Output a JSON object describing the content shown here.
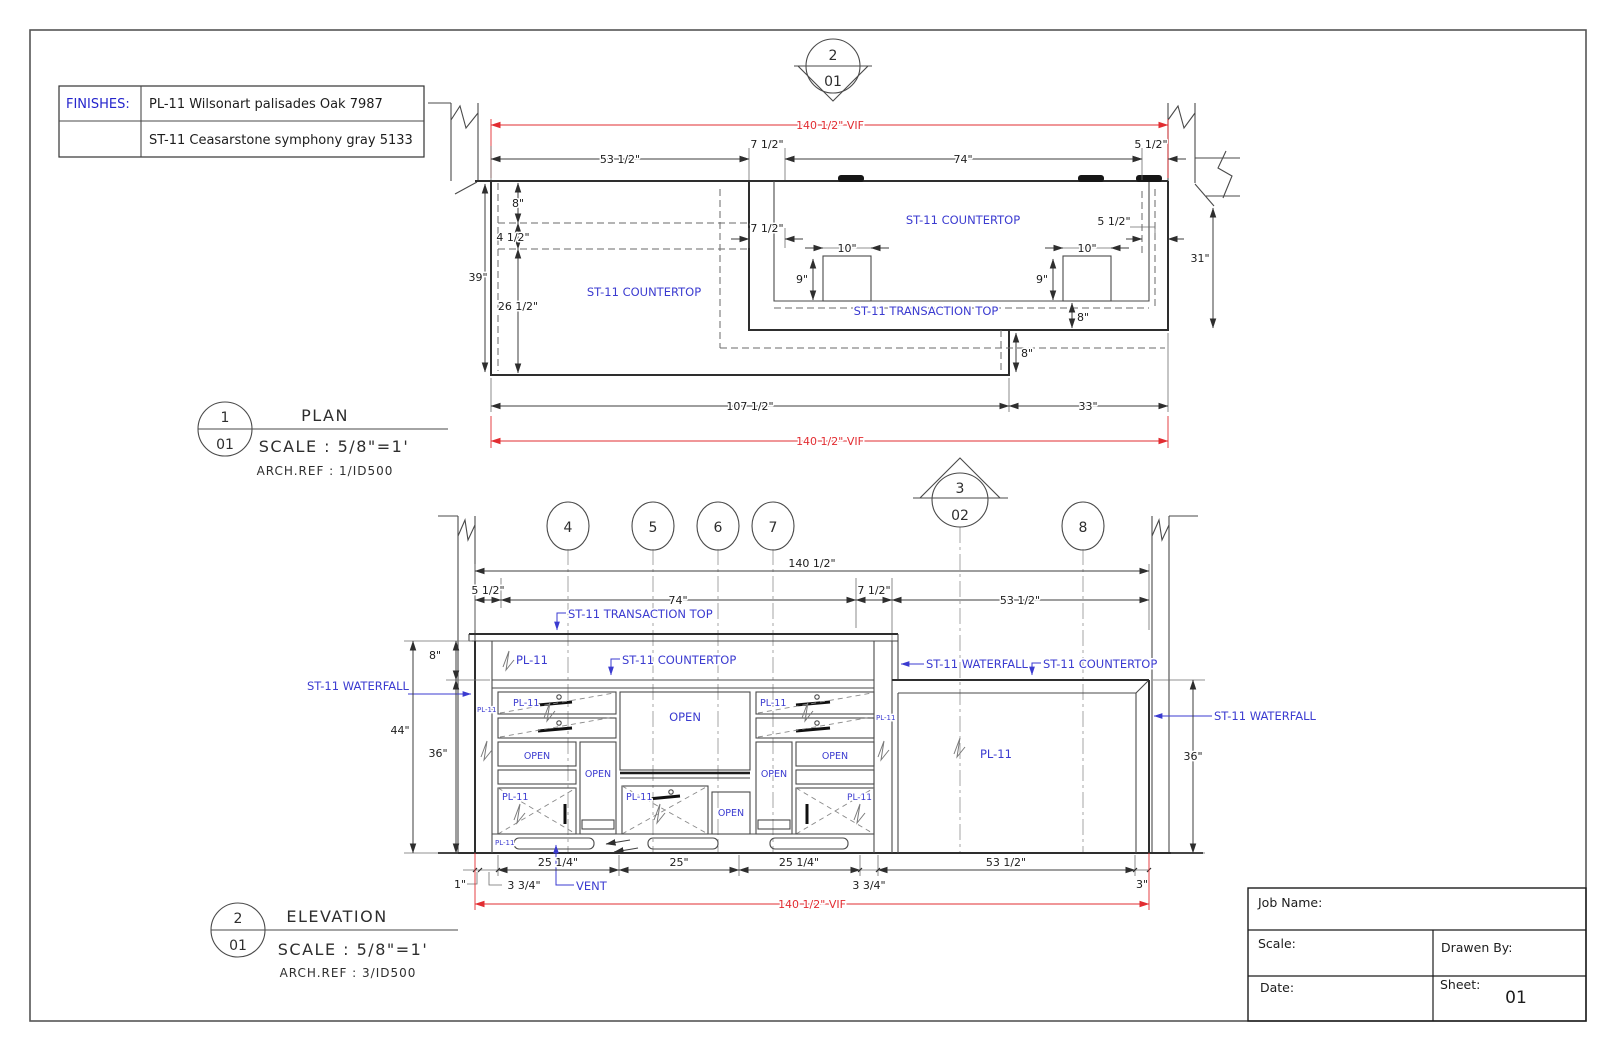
{
  "colors": {
    "annotation_blue": "#3b3bd0",
    "dimension_red": "#e22c31",
    "line_color": "#3d3d3d"
  },
  "finishes": {
    "title": "FINISHES:",
    "row1": "PL-11  Wilsonart palisades Oak 7987",
    "row2": "ST-11 Ceasarstone symphony gray 5133"
  },
  "markers": {
    "detail_top": {
      "number": "2",
      "sheet": "01"
    },
    "section": {
      "number": "3",
      "sheet": "02"
    },
    "grid": {
      "g4": "4",
      "g5": "5",
      "g6": "6",
      "g7": "7",
      "g8": "8"
    }
  },
  "plan": {
    "callout": {
      "number": "1",
      "sheet": "01",
      "title": "PLAN",
      "scale": "SCALE : 5/8\"=1'",
      "ref": "ARCH.REF : 1/ID500"
    },
    "labels": {
      "countertop_right": "ST-11 COUNTERTOP",
      "countertop_left": "ST-11 COUNTERTOP",
      "transaction_top": "ST-11 TRANSACTION TOP"
    },
    "dims": {
      "vif_top": "140 1/2\" VIF",
      "w53": "53 1/2\"",
      "w7": "7 1/2\"",
      "w74": "74\"",
      "w5": "5 1/2\"",
      "h8": "8\"",
      "h45": "4 1/2\"",
      "h39": "39\"",
      "h26": "26 1/2\"",
      "g7": "7 1/2\"",
      "g5": "5 1/2\"",
      "b10l": "10\"",
      "b10r": "10\"",
      "b9l": "9\"",
      "b9r": "9\"",
      "h8b": "8\"",
      "h8c": "8\"",
      "h31": "31\"",
      "w107": "107 1/2\"",
      "w33": "33\"",
      "vif_bottom": "140 1/2\" VIF"
    }
  },
  "elevation": {
    "callout": {
      "number": "2",
      "sheet": "01",
      "title": "ELEVATION",
      "scale": "SCALE : 5/8\"=1'",
      "ref": "ARCH.REF : 3/ID500"
    },
    "labels": {
      "transaction_top": "ST-11 TRANSACTION TOP",
      "countertop_a": "ST-11 COUNTERTOP",
      "waterfall_top": "ST-11 WATERFALL",
      "countertop_b": "ST-11 COUNTERTOP",
      "waterfall_left": "ST-11 WATERFALL",
      "waterfall_right": "ST-11 WATERFALL",
      "vent": "VENT",
      "pl11": "PL-11",
      "open": "OPEN"
    },
    "dims": {
      "overall": "140 1/2\"",
      "w5": "5 1/2\"",
      "w74": "74\"",
      "w7": "7 1/2\"",
      "w53": "53 1/2\"",
      "h8": "8\"",
      "h44": "44\"",
      "h36l": "36\"",
      "h36r": "36\"",
      "b1": "1\"",
      "b334a": "3 3/4\"",
      "b2514a": "25 1/4\"",
      "b25": "25\"",
      "b2514b": "25 1/4\"",
      "b334b": "3 3/4\"",
      "b53": "53 1/2\"",
      "b3": "3\"",
      "vif": "140 1/2\" VIF"
    }
  },
  "title_block": {
    "job_name": "Job Name:",
    "scale": "Scale:",
    "drawn_by": "Drawen By:",
    "date": "Date:",
    "sheet": "Sheet:",
    "sheet_number": "01"
  }
}
